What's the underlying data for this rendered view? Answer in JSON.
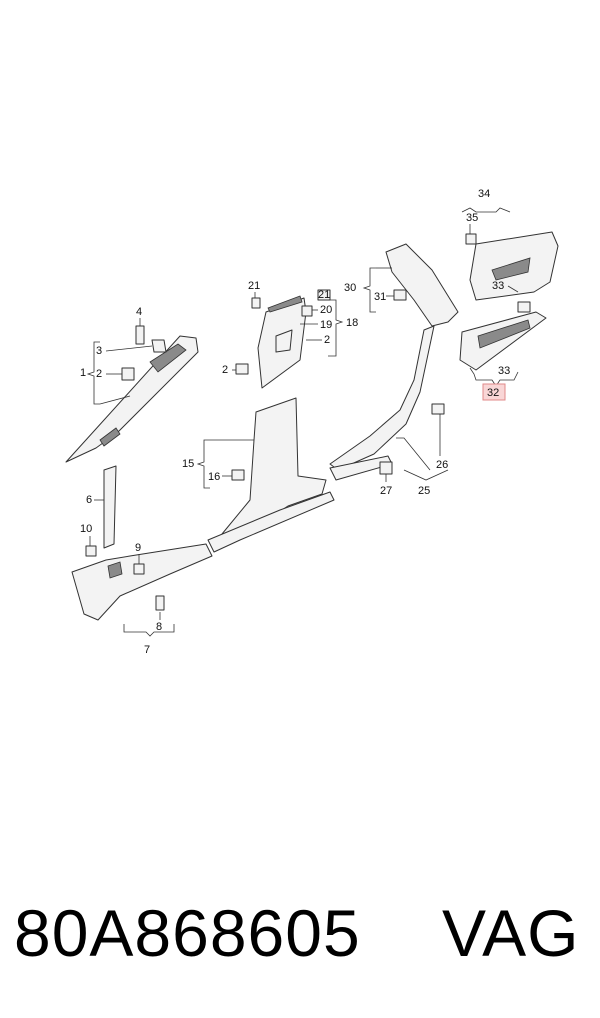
{
  "callouts": {
    "c1": "1",
    "c2a": "2",
    "c3": "3",
    "c4": "4",
    "c6": "6",
    "c7": "7",
    "c8": "8",
    "c9": "9",
    "c10": "10",
    "c15": "15",
    "c16": "16",
    "c2b": "2",
    "c21a": "21",
    "c21b": "21",
    "c20": "20",
    "c19": "19",
    "c18": "18",
    "c2c": "2",
    "c30": "30",
    "c31": "31",
    "c26": "26",
    "c27": "27",
    "c25": "25",
    "c34": "34",
    "c35": "35",
    "c33a": "33",
    "c33b": "33",
    "c32": "32"
  },
  "highlighted_callout": "32",
  "footer": {
    "part_number": "80A868605",
    "brand": "VAG"
  },
  "colors": {
    "highlight_fill": "#f9d6d6",
    "highlight_stroke": "#e08a8a",
    "line": "#333333"
  }
}
